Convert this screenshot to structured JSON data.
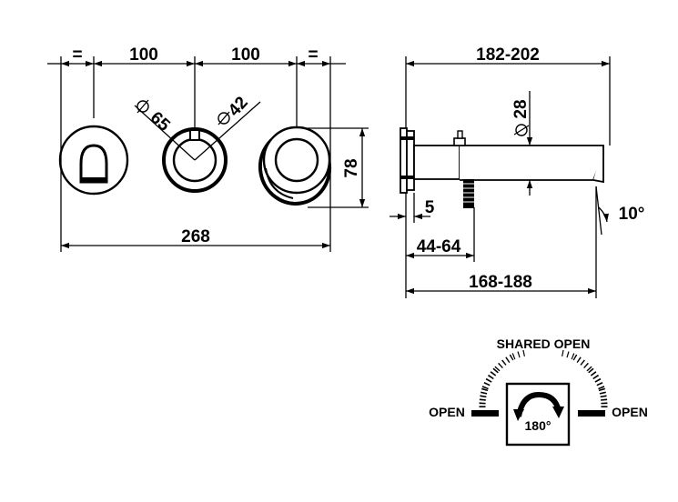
{
  "front_view": {
    "dim_equal_left": "=",
    "dim_spacing_left": "100",
    "dim_spacing_right": "100",
    "dim_equal_right": "=",
    "dim_diameter_65": "65",
    "dim_diameter_42": "42",
    "dim_height": "78",
    "dim_total_width": "268"
  },
  "side_view": {
    "dim_projection": "182-202",
    "dim_diameter_28": "28",
    "dim_plate": "5",
    "dim_wall": "44-64",
    "dim_spout": "168-188",
    "dim_angle": "10°"
  },
  "handle_diagram": {
    "label_shared_open": "SHARED OPEN",
    "label_open_left": "OPEN",
    "label_open_right": "OPEN",
    "label_rotation": "180°"
  }
}
